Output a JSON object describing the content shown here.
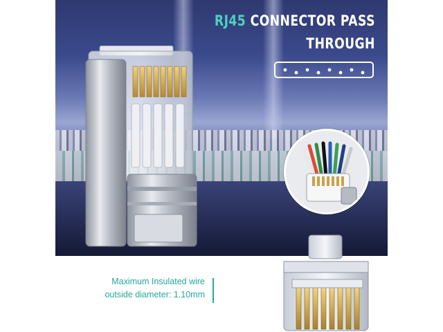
{
  "title": {
    "accent": "RJ45",
    "line1_rest": " CONNECTOR PASS",
    "line2": "THROUGH"
  },
  "caption": {
    "line1": "Maximum Insulated wire",
    "line2": "outside diameter: 1.10mm"
  },
  "colors": {
    "accent": "#4fd0c0",
    "caption": "#24a79d",
    "gold_pins": "#d6a84a"
  },
  "icons": {
    "pin_strip": "pin-strip-icon",
    "inset": "wire-pass-through-inset",
    "front_view": "rj45-front-view"
  }
}
